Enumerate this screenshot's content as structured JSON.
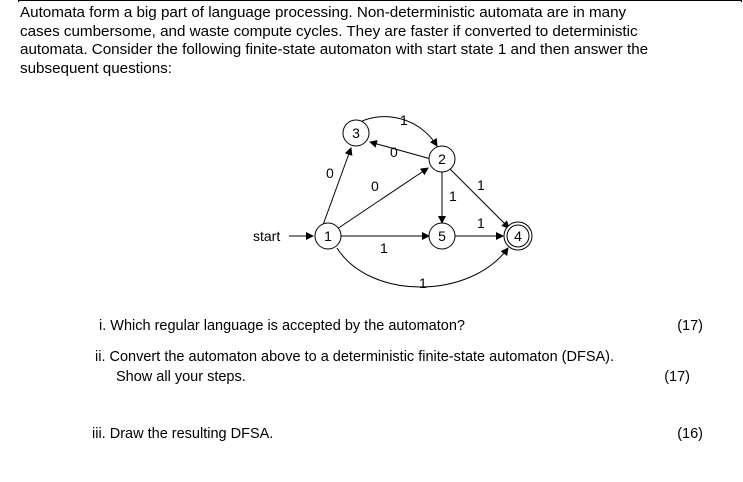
{
  "intro": {
    "lines": [
      "Automata form a big part of language processing. Non-deterministic automata are in many",
      "cases cumbersome, and waste compute cycles. They are faster if converted to deterministic",
      "automata. Consider the following finite-state automaton with start state 1 and then answer the",
      "subsequent questions:"
    ]
  },
  "automaton": {
    "start_label": "start",
    "states": [
      "1",
      "2",
      "3",
      "4",
      "5"
    ],
    "accepting_state": "4",
    "transitions": [
      {
        "from": "1",
        "to": "3",
        "label": "0"
      },
      {
        "from": "1",
        "to": "2",
        "label": "0"
      },
      {
        "from": "2",
        "to": "3",
        "label": "0"
      },
      {
        "from": "3",
        "to": "2",
        "label": "1"
      },
      {
        "from": "2",
        "to": "5",
        "label": "1"
      },
      {
        "from": "2",
        "to": "4",
        "label": "1"
      },
      {
        "from": "1",
        "to": "5",
        "label": "1"
      },
      {
        "from": "5",
        "to": "4",
        "label": "1"
      },
      {
        "from": "1",
        "to": "4",
        "label": "1"
      }
    ]
  },
  "questions": [
    {
      "number": "i.",
      "lines": [
        "Which regular language is accepted by the automaton?"
      ],
      "marks": "(17)"
    },
    {
      "number": "ii.",
      "lines": [
        "Convert the automaton above to a deterministic finite-state automaton (DFSA).",
        "Show all your steps."
      ],
      "marks": "(17)"
    },
    {
      "number": "iii.",
      "lines": [
        "Draw the resulting DFSA."
      ],
      "marks": "(16)"
    }
  ]
}
